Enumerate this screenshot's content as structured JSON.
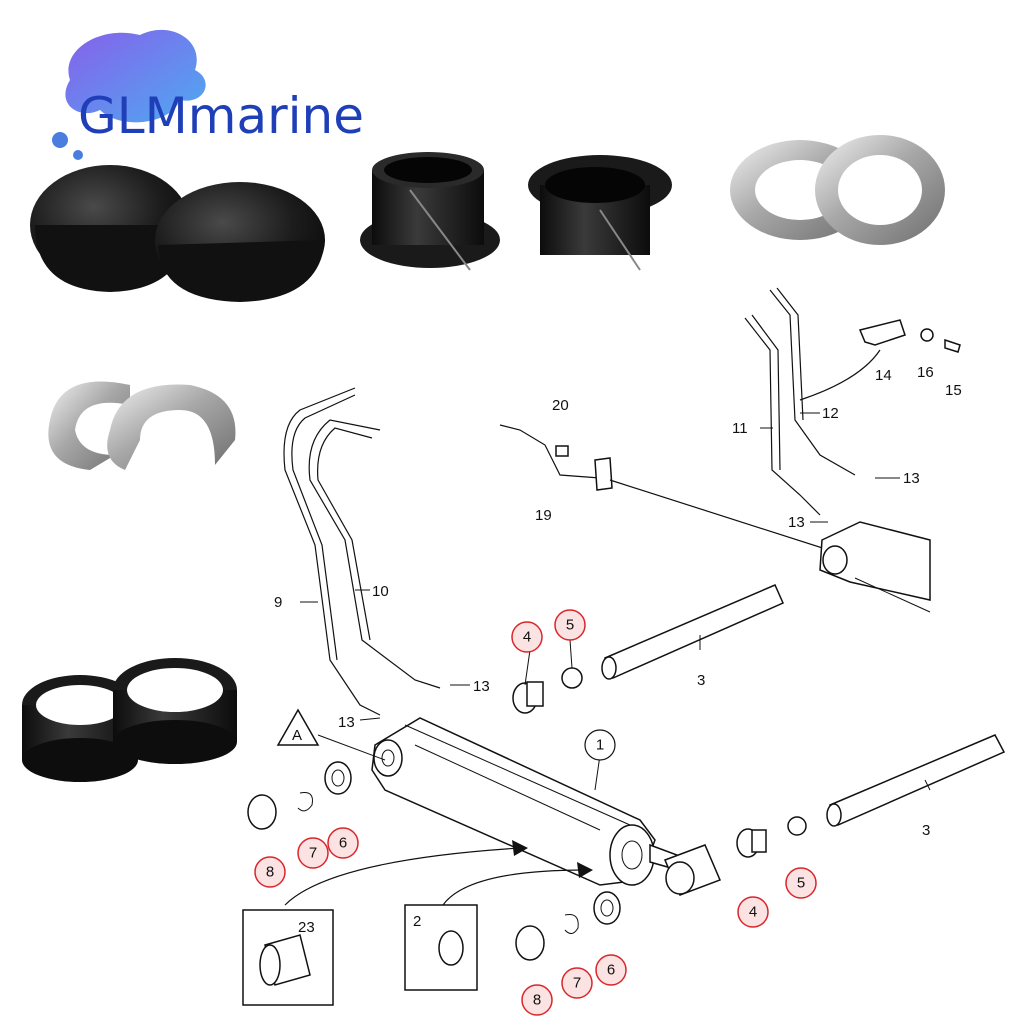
{
  "brand": {
    "name": "GLMmarine",
    "colors": {
      "logo_text": "#1f3fb8",
      "logo_splash": "#4a7de0",
      "callout_ring": "#d9262a",
      "callout_fill": "#fbe3e3"
    }
  },
  "photos": [
    {
      "name": "end-caps"
    },
    {
      "name": "flanged-bushings"
    },
    {
      "name": "stainless-washers"
    },
    {
      "name": "e-clips"
    },
    {
      "name": "rubber-rings"
    }
  ],
  "diagram": {
    "labels": {
      "n1": "1",
      "n2": "2",
      "n3a": "3",
      "n3b": "3",
      "n4a": "4",
      "n4b": "4",
      "n5a": "5",
      "n5b": "5",
      "n6a": "6",
      "n6b": "6",
      "n7a": "7",
      "n7b": "7",
      "n8a": "8",
      "n8b": "8",
      "n9": "9",
      "n10": "10",
      "n11": "11",
      "n12": "12",
      "n13a": "13",
      "n13b": "13",
      "n13c": "13",
      "n13d": "13",
      "n14": "14",
      "n15": "15",
      "n16": "16",
      "n19": "19",
      "n20": "20",
      "n23": "23",
      "markA": "A"
    }
  }
}
